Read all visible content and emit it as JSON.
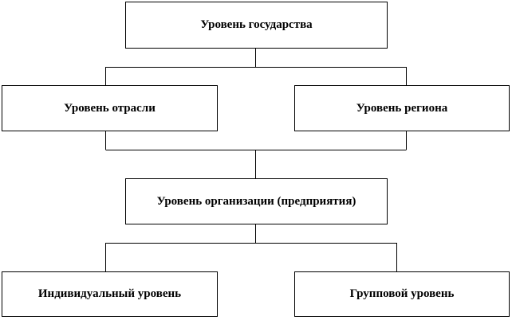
{
  "diagram": {
    "nodes": {
      "state": "Уровень государства",
      "branch": "Уровень отрасли",
      "region": "Уровень региона",
      "organization": "Уровень организации (предприятия)",
      "individual": "Индивидуальный уровень",
      "group": "Групповой уровень"
    },
    "colors": {
      "border": "#000000",
      "background": "#ffffff",
      "text": "#000000"
    }
  }
}
